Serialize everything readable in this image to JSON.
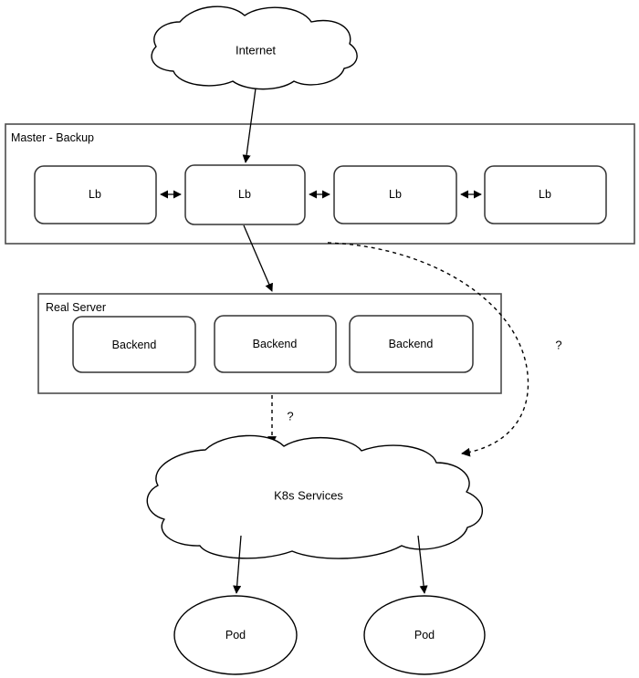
{
  "diagram": {
    "title_internet": "Internet",
    "groups": [
      {
        "id": "master-backup",
        "label": "Master - Backup"
      },
      {
        "id": "real-server",
        "label": "Real Server"
      }
    ],
    "load_balancers": [
      {
        "label": "Lb"
      },
      {
        "label": "Lb"
      },
      {
        "label": "Lb"
      },
      {
        "label": "Lb"
      }
    ],
    "backends": [
      {
        "label": "Backend"
      },
      {
        "label": "Backend"
      },
      {
        "label": "Backend"
      }
    ],
    "k8s_services": {
      "label": "K8s Services"
    },
    "pods": [
      {
        "label": "Pod"
      },
      {
        "label": "Pod"
      }
    ],
    "unknown_edge_labels": [
      {
        "label": "?"
      },
      {
        "label": "?"
      }
    ],
    "colors": {
      "stroke": "#000000",
      "container_stroke": "#4d4d4d",
      "node_stroke": "#333333",
      "background": "#ffffff"
    }
  }
}
